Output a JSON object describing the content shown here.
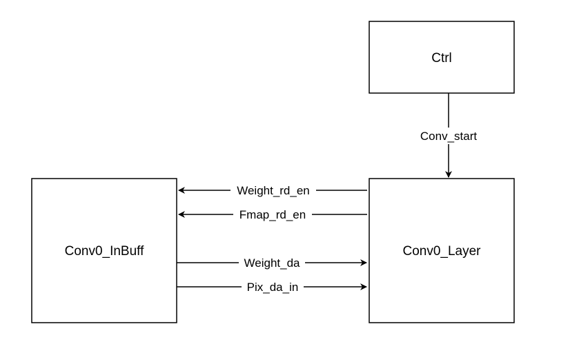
{
  "blocks": {
    "ctrl": "Ctrl",
    "inbuff": "Conv0_InBuff",
    "layer": "Conv0_Layer"
  },
  "signals": {
    "conv_start": "Conv_start",
    "weight_rd_en": "Weight_rd_en",
    "fmap_rd_en": "Fmap_rd_en",
    "weight_da": "Weight_da",
    "pix_da_in": "Pix_da_in"
  },
  "colors": {
    "stroke": "#000000",
    "background": "#ffffff"
  }
}
